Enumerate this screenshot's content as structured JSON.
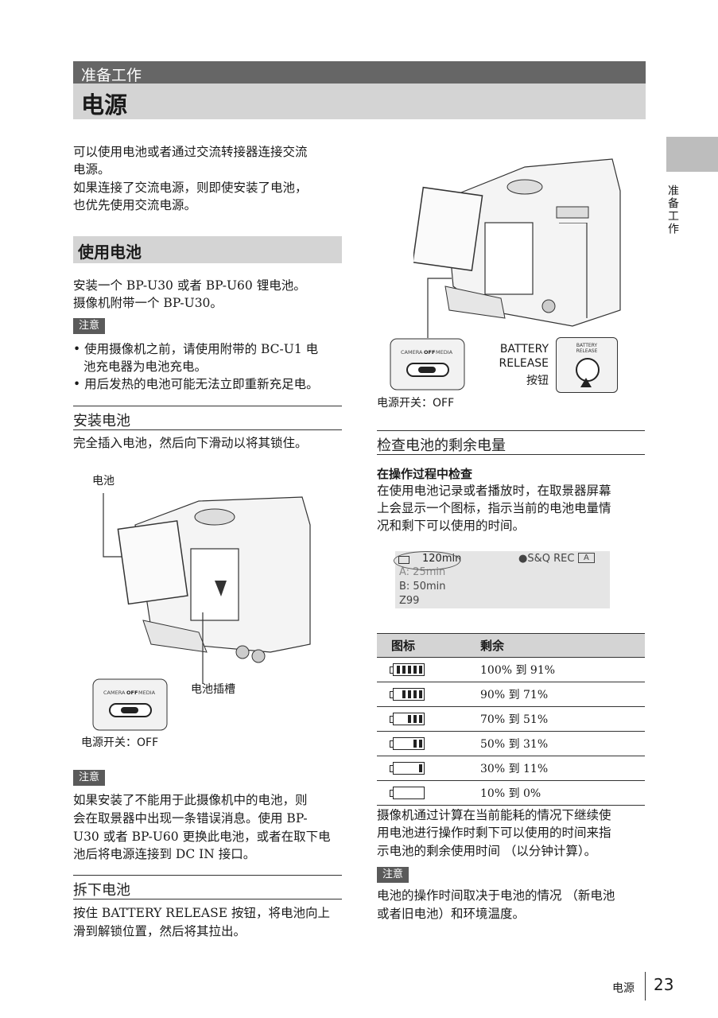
{
  "header": {
    "section": "准备工作",
    "title": "电源",
    "side_tab": "准备工作"
  },
  "intro": [
    "可以使用电池或者通过交流转接器连接交流",
    "电源。",
    "如果连接了交流电源，则即使安装了电池，",
    "也优先使用交流电源。"
  ],
  "use_battery": {
    "heading": "使用电池",
    "body": [
      "安装一个 BP-U30 或者 BP-U60 锂电池。",
      "摄像机附带一个 BP-U30。"
    ],
    "note_label": "注意",
    "notes": [
      "• 使用摄像机之前，请使用附带的 BC-U1 电",
      "池充电器为电池充电。",
      "• 用后发热的电池可能无法立即重新充足电。"
    ]
  },
  "install": {
    "heading": "安装电池",
    "body": "完全插入电池，然后向下滑动以将其锁住。",
    "callout_battery": "电池",
    "callout_slot": "电池插槽",
    "switch_caption": "电源开关：OFF",
    "switch_labels": {
      "camera": "CAMERA",
      "off": "OFF",
      "media": "MEDIA"
    }
  },
  "note2": {
    "label": "注意",
    "lines": [
      "如果安装了不能用于此摄像机中的电池，则",
      "会在取景器中出现一条错误消息。使用 BP-",
      "U30 或者 BP-U60 更换此电池，或者在取下电",
      "池后将电源连接到 DC IN 接口。"
    ]
  },
  "remove": {
    "heading": "拆下电池",
    "lines": [
      "按住 BATTERY RELEASE 按钮，将电池向上",
      "滑到解锁位置，然后将其拉出。"
    ]
  },
  "right_figure": {
    "switch_caption": "电源开关：OFF",
    "release_label": [
      "BATTERY",
      "RELEASE",
      "按钮"
    ],
    "release_small": [
      "BATTERY",
      "RELEASE"
    ]
  },
  "check": {
    "heading": "检查电池的剩余电量",
    "subheading": "在操作过程中检查",
    "lines": [
      "在使用电池记录或者播放时，在取景器屏幕",
      "上会显示一个图标，指示当前的电池电量情",
      "况和剩下可以使用的时间。"
    ],
    "viewfinder": {
      "time": "120min",
      "rec": "●S&Q REC",
      "box": "A",
      "line2": "A:  25min",
      "line3": "B:  50min",
      "line4": "Z99"
    }
  },
  "table": {
    "headers": [
      "图标",
      "剩余"
    ],
    "rows": [
      {
        "bars": 5,
        "range": "100% 到 91%"
      },
      {
        "bars": 4,
        "range": "90% 到 71%"
      },
      {
        "bars": 3,
        "range": "70% 到 51%"
      },
      {
        "bars": 2,
        "range": "50% 到 31%"
      },
      {
        "bars": 1,
        "range": "30% 到 11%"
      },
      {
        "bars": 0,
        "range": "10% 到 0%"
      }
    ]
  },
  "after_table": [
    "摄像机通过计算在当前能耗的情况下继续使",
    "用电池进行操作时剩下可以使用的时间来指",
    "示电池的剩余使用时间 （以分钟计算）。"
  ],
  "note3": {
    "label": "注意",
    "lines": [
      "电池的操作时间取决于电池的情况 （新电池",
      "或者旧电池）和环境温度。"
    ]
  },
  "footer": {
    "section": "电源",
    "page": "23"
  }
}
